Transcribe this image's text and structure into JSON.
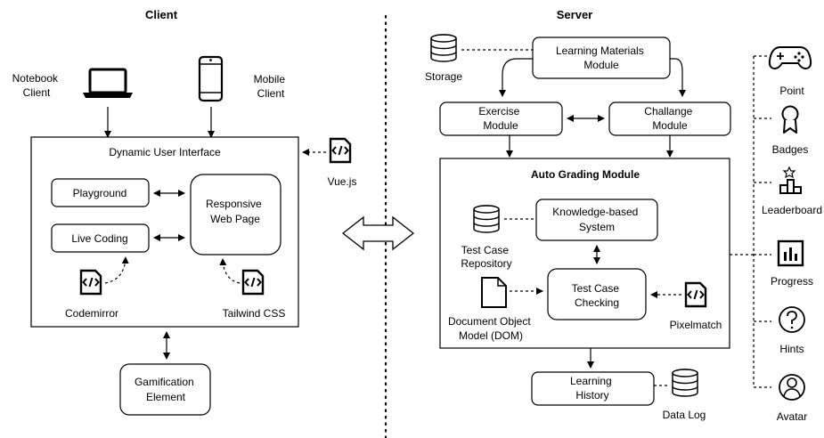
{
  "client": {
    "title": "Client",
    "notebook_label": [
      "Notebook",
      "Client"
    ],
    "mobile_label": [
      "Mobile",
      "Client"
    ],
    "dui_title": "Dynamic User Interface",
    "playground": "Playground",
    "live_coding": "Live Coding",
    "responsive": [
      "Responsive",
      "Web Page"
    ],
    "vuejs": "Vue.js",
    "codemirror": "Codemirror",
    "tailwind": "Tailwind CSS",
    "gamification": [
      "Gamification",
      "Element"
    ]
  },
  "server": {
    "title": "Server",
    "storage": "Storage",
    "learning_materials": [
      "Learning Materials",
      "Module"
    ],
    "exercise": [
      "Exercise",
      "Module"
    ],
    "challenge": [
      "Challange",
      "Module"
    ],
    "auto_grading": "Auto Grading Module",
    "knowledge": [
      "Knowledge-based",
      "System"
    ],
    "test_repo": [
      "Test Case",
      "Repository"
    ],
    "test_checking": [
      "Test Case",
      "Checking"
    ],
    "dom": [
      "Document Object",
      "Model (DOM)"
    ],
    "pixelmatch": "Pixelmatch",
    "learning_history": [
      "Learning",
      "History"
    ],
    "data_log": "Data Log"
  },
  "gamification_items": [
    {
      "label": "Point",
      "icon": "gamepad-icon"
    },
    {
      "label": "Badges",
      "icon": "badge-icon"
    },
    {
      "label": "Leaderboard",
      "icon": "leaderboard-icon"
    },
    {
      "label": "Progress",
      "icon": "progress-chart-icon"
    },
    {
      "label": "Hints",
      "icon": "question-icon"
    },
    {
      "label": "Avatar",
      "icon": "avatar-icon"
    }
  ]
}
